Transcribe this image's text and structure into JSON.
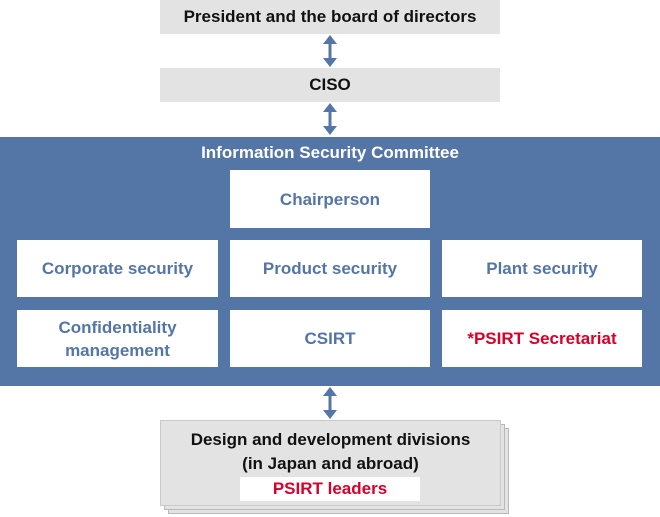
{
  "top": {
    "label": "President and the board of directors"
  },
  "ciso": {
    "label": "CISO"
  },
  "committee": {
    "title": "Information Security Committee",
    "chairperson": "Chairperson",
    "row1": [
      "Corporate security",
      "Product security",
      "Plant security"
    ],
    "row2": [
      "Confidentiality management",
      "CSIRT",
      "*PSIRT Secretariat"
    ]
  },
  "divisions": {
    "line1": "Design and development divisions",
    "line2": "(in Japan and abroad)",
    "leaders": "PSIRT leaders"
  },
  "colors": {
    "panel": "#5476a6",
    "gray_box": "#e3e3e3",
    "accent_red": "#d6002a",
    "arrow": "#5476a6"
  },
  "icons": {
    "connector": "double-headed-vertical-arrow"
  }
}
